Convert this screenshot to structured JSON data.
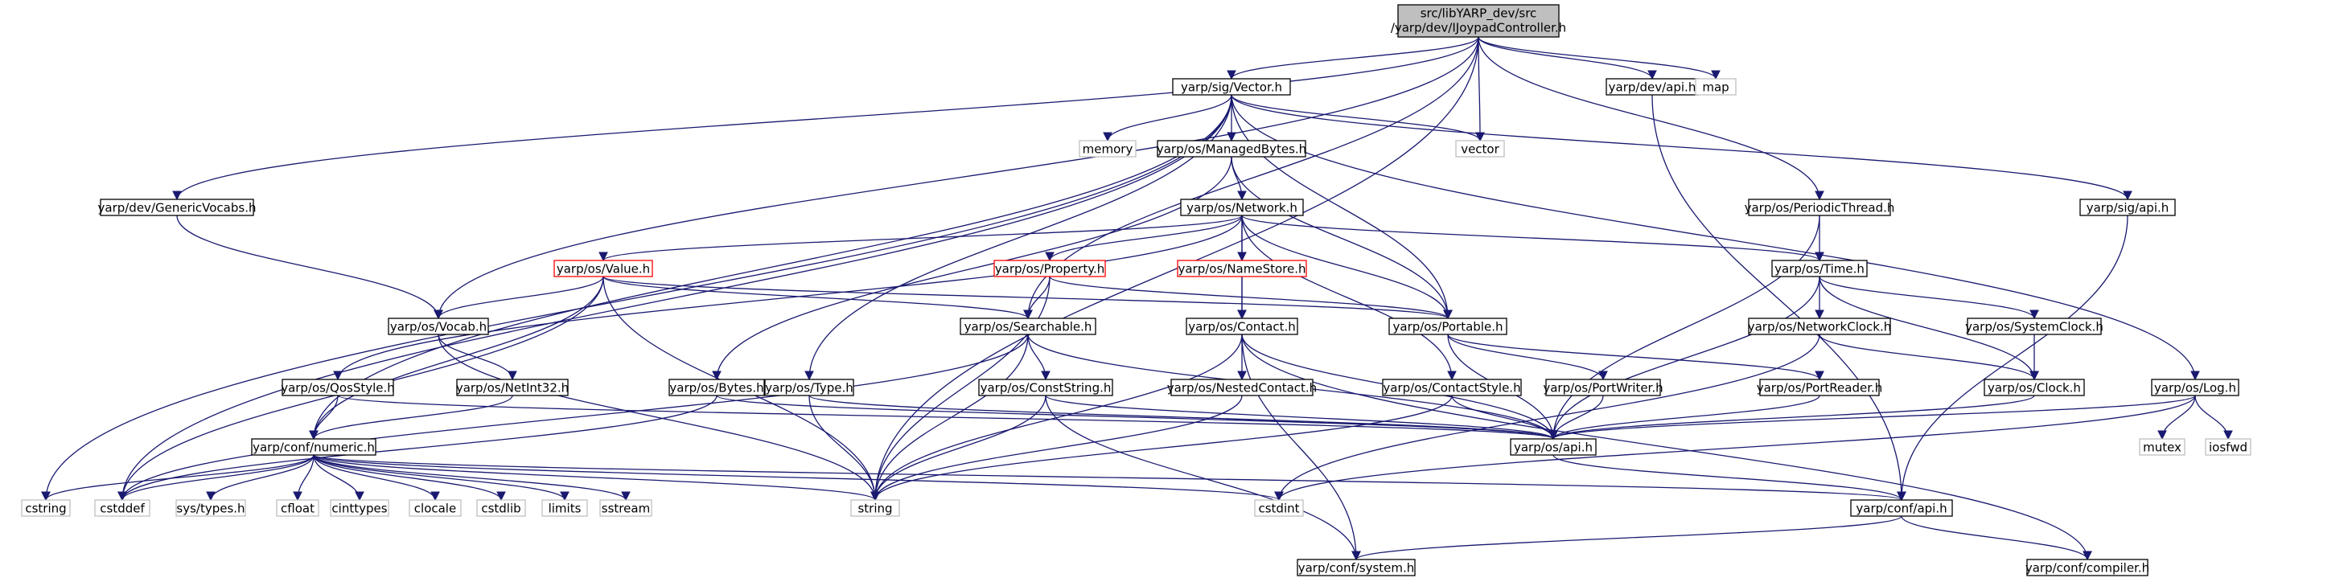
{
  "title_lines": [
    "src/libYARP_dev/src",
    "/yarp/dev/IJoypadController.h"
  ],
  "colors": {
    "edge": "#191970",
    "box_black": "#000000",
    "box_red": "#ff0000",
    "box_grey": "#bfbfbf",
    "root_fill": "#bfbfbf",
    "text": "#000000",
    "text_grey": "#000000"
  },
  "nodes": [
    {
      "id": "root",
      "label": ""
    },
    {
      "id": "vector_h",
      "label": "yarp/sig/Vector.h"
    },
    {
      "id": "dev_api",
      "label": "yarp/dev/api.h"
    },
    {
      "id": "map",
      "label": "map"
    },
    {
      "id": "memory",
      "label": "memory"
    },
    {
      "id": "managed",
      "label": "yarp/os/ManagedBytes.h"
    },
    {
      "id": "vector",
      "label": "vector"
    },
    {
      "id": "genvocabs",
      "label": "yarp/dev/GenericVocabs.h"
    },
    {
      "id": "network",
      "label": "yarp/os/Network.h"
    },
    {
      "id": "periodic",
      "label": "yarp/os/PeriodicThread.h"
    },
    {
      "id": "sigapi",
      "label": "yarp/sig/api.h"
    },
    {
      "id": "value",
      "label": "yarp/os/Value.h"
    },
    {
      "id": "property",
      "label": "yarp/os/Property.h"
    },
    {
      "id": "namestore",
      "label": "yarp/os/NameStore.h"
    },
    {
      "id": "time",
      "label": "yarp/os/Time.h"
    },
    {
      "id": "vocab",
      "label": "yarp/os/Vocab.h"
    },
    {
      "id": "searchable",
      "label": "yarp/os/Searchable.h"
    },
    {
      "id": "contact",
      "label": "yarp/os/Contact.h"
    },
    {
      "id": "portable",
      "label": "yarp/os/Portable.h"
    },
    {
      "id": "netclock",
      "label": "yarp/os/NetworkClock.h"
    },
    {
      "id": "sysclock",
      "label": "yarp/os/SystemClock.h"
    },
    {
      "id": "qos",
      "label": "yarp/os/QosStyle.h"
    },
    {
      "id": "netint",
      "label": "yarp/os/NetInt32.h"
    },
    {
      "id": "bytes",
      "label": "yarp/os/Bytes.h"
    },
    {
      "id": "type",
      "label": "yarp/os/Type.h"
    },
    {
      "id": "conststring",
      "label": "yarp/os/ConstString.h"
    },
    {
      "id": "nested",
      "label": "yarp/os/NestedContact.h"
    },
    {
      "id": "contactstyle",
      "label": "yarp/os/ContactStyle.h"
    },
    {
      "id": "portwriter",
      "label": "yarp/os/PortWriter.h"
    },
    {
      "id": "portreader",
      "label": "yarp/os/PortReader.h"
    },
    {
      "id": "clock",
      "label": "yarp/os/Clock.h"
    },
    {
      "id": "log",
      "label": "yarp/os/Log.h"
    },
    {
      "id": "numeric",
      "label": "yarp/conf/numeric.h"
    },
    {
      "id": "osapi",
      "label": "yarp/os/api.h"
    },
    {
      "id": "mutex",
      "label": "mutex"
    },
    {
      "id": "iosfwd",
      "label": "iosfwd"
    },
    {
      "id": "cstring",
      "label": "cstring"
    },
    {
      "id": "cstddef",
      "label": "cstddef"
    },
    {
      "id": "systypes",
      "label": "sys/types.h"
    },
    {
      "id": "cfloat",
      "label": "cfloat"
    },
    {
      "id": "cinttypes",
      "label": "cinttypes"
    },
    {
      "id": "clocale",
      "label": "clocale"
    },
    {
      "id": "cstdlib",
      "label": "cstdlib"
    },
    {
      "id": "limits",
      "label": "limits"
    },
    {
      "id": "sstream",
      "label": "sstream"
    },
    {
      "id": "string",
      "label": "string"
    },
    {
      "id": "cstdint",
      "label": "cstdint"
    },
    {
      "id": "confapi",
      "label": "yarp/conf/api.h"
    },
    {
      "id": "confsystem",
      "label": "yarp/conf/system.h"
    },
    {
      "id": "compiler",
      "label": "yarp/conf/compiler.h"
    }
  ],
  "edges": [
    [
      "root",
      "vector_h"
    ],
    [
      "root",
      "dev_api"
    ],
    [
      "root",
      "map"
    ],
    [
      "root",
      "vector"
    ],
    [
      "root",
      "genvocabs"
    ],
    [
      "root",
      "vocab"
    ],
    [
      "root",
      "periodic"
    ],
    [
      "root",
      "searchable"
    ],
    [
      "root",
      "string"
    ],
    [
      "vector_h",
      "memory"
    ],
    [
      "vector_h",
      "managed"
    ],
    [
      "vector_h",
      "vector"
    ],
    [
      "vector_h",
      "portable"
    ],
    [
      "vector_h",
      "type"
    ],
    [
      "vector_h",
      "sigapi"
    ],
    [
      "vector_h",
      "log"
    ],
    [
      "vector_h",
      "cstring"
    ],
    [
      "vector_h",
      "cstddef"
    ],
    [
      "vector_h",
      "numeric"
    ],
    [
      "dev_api",
      "confapi"
    ],
    [
      "managed",
      "network"
    ],
    [
      "managed",
      "bytes"
    ],
    [
      "managed",
      "portable"
    ],
    [
      "genvocabs",
      "vocab"
    ],
    [
      "network",
      "value"
    ],
    [
      "network",
      "property"
    ],
    [
      "network",
      "namestore"
    ],
    [
      "network",
      "contact"
    ],
    [
      "network",
      "portable"
    ],
    [
      "network",
      "time"
    ],
    [
      "network",
      "contactstyle"
    ],
    [
      "network",
      "qos"
    ],
    [
      "periodic",
      "time"
    ],
    [
      "periodic",
      "osapi"
    ],
    [
      "sigapi",
      "confapi"
    ],
    [
      "value",
      "vocab"
    ],
    [
      "value",
      "searchable"
    ],
    [
      "value",
      "portable"
    ],
    [
      "value",
      "string"
    ],
    [
      "value",
      "cstddef"
    ],
    [
      "value",
      "numeric"
    ],
    [
      "property",
      "searchable"
    ],
    [
      "property",
      "portable"
    ],
    [
      "property",
      "string"
    ],
    [
      "namestore",
      "contact"
    ],
    [
      "time",
      "netclock"
    ],
    [
      "time",
      "sysclock"
    ],
    [
      "time",
      "clock"
    ],
    [
      "time",
      "osapi"
    ],
    [
      "vocab",
      "netint"
    ],
    [
      "vocab",
      "string"
    ],
    [
      "searchable",
      "conststring"
    ],
    [
      "searchable",
      "string"
    ],
    [
      "searchable",
      "osapi"
    ],
    [
      "searchable",
      "cstddef"
    ],
    [
      "contact",
      "nested"
    ],
    [
      "contact",
      "string"
    ],
    [
      "contact",
      "confsystem"
    ],
    [
      "contact",
      "osapi"
    ],
    [
      "contact",
      "compiler"
    ],
    [
      "portable",
      "portwriter"
    ],
    [
      "portable",
      "portreader"
    ],
    [
      "portable",
      "osapi"
    ],
    [
      "netclock",
      "clock"
    ],
    [
      "netclock",
      "cstdint"
    ],
    [
      "sysclock",
      "clock"
    ],
    [
      "qos",
      "numeric"
    ],
    [
      "qos",
      "osapi"
    ],
    [
      "netint",
      "numeric"
    ],
    [
      "bytes",
      "osapi"
    ],
    [
      "bytes",
      "cstddef"
    ],
    [
      "type",
      "string"
    ],
    [
      "type",
      "osapi"
    ],
    [
      "conststring",
      "string"
    ],
    [
      "conststring",
      "confsystem"
    ],
    [
      "conststring",
      "osapi"
    ],
    [
      "nested",
      "string"
    ],
    [
      "contactstyle",
      "string"
    ],
    [
      "contactstyle",
      "osapi"
    ],
    [
      "portwriter",
      "osapi"
    ],
    [
      "portreader",
      "osapi"
    ],
    [
      "clock",
      "osapi"
    ],
    [
      "log",
      "osapi"
    ],
    [
      "log",
      "mutex"
    ],
    [
      "log",
      "iosfwd"
    ],
    [
      "log",
      "cstdint"
    ],
    [
      "numeric",
      "cstring"
    ],
    [
      "numeric",
      "cstddef"
    ],
    [
      "numeric",
      "systypes"
    ],
    [
      "numeric",
      "cfloat"
    ],
    [
      "numeric",
      "cinttypes"
    ],
    [
      "numeric",
      "clocale"
    ],
    [
      "numeric",
      "cstdlib"
    ],
    [
      "numeric",
      "limits"
    ],
    [
      "numeric",
      "sstream"
    ],
    [
      "numeric",
      "string"
    ],
    [
      "numeric",
      "cstdint"
    ],
    [
      "numeric",
      "confapi"
    ],
    [
      "osapi",
      "confapi"
    ],
    [
      "confapi",
      "confsystem"
    ],
    [
      "confapi",
      "compiler"
    ]
  ]
}
